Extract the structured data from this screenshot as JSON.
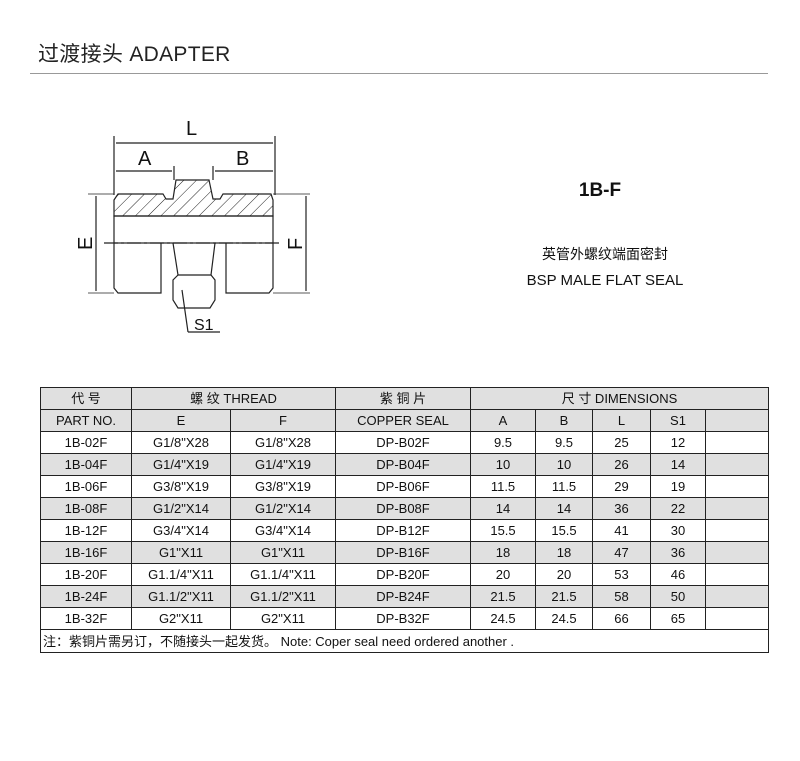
{
  "title": "过渡接头 ADAPTER",
  "drawing": {
    "labels": {
      "L": "L",
      "A": "A",
      "B": "B",
      "E": "E",
      "F": "F",
      "S1": "S1"
    }
  },
  "product": {
    "model": "1B-F",
    "desc_cn": "英管外螺纹端面密封",
    "desc_en": "BSP MALE FLAT SEAL"
  },
  "table": {
    "group_headers": {
      "code": "代 号",
      "thread": "螺 纹  THREAD",
      "copper": "紫 铜 片",
      "dims": "尺 寸   DIMENSIONS"
    },
    "columns": [
      "PART NO.",
      "E",
      "F",
      "COPPER SEAL",
      "A",
      "B",
      "L",
      "S1",
      ""
    ],
    "rows": [
      [
        "1B-02F",
        "G1/8\"X28",
        "G1/8\"X28",
        "DP-B02F",
        "9.5",
        "9.5",
        "25",
        "12"
      ],
      [
        "1B-04F",
        "G1/4\"X19",
        "G1/4\"X19",
        "DP-B04F",
        "10",
        "10",
        "26",
        "14"
      ],
      [
        "1B-06F",
        "G3/8\"X19",
        "G3/8\"X19",
        "DP-B06F",
        "11.5",
        "11.5",
        "29",
        "19"
      ],
      [
        "1B-08F",
        "G1/2\"X14",
        "G1/2\"X14",
        "DP-B08F",
        "14",
        "14",
        "36",
        "22"
      ],
      [
        "1B-12F",
        "G3/4\"X14",
        "G3/4\"X14",
        "DP-B12F",
        "15.5",
        "15.5",
        "41",
        "30"
      ],
      [
        "1B-16F",
        "G1\"X11",
        "G1\"X11",
        "DP-B16F",
        "18",
        "18",
        "47",
        "36"
      ],
      [
        "1B-20F",
        "G1.1/4\"X11",
        "G1.1/4\"X11",
        "DP-B20F",
        "20",
        "20",
        "53",
        "46"
      ],
      [
        "1B-24F",
        "G1.1/2\"X11",
        "G1.1/2\"X11",
        "DP-B24F",
        "21.5",
        "21.5",
        "58",
        "50"
      ],
      [
        "1B-32F",
        "G2\"X11",
        "G2\"X11",
        "DP-B32F",
        "24.5",
        "24.5",
        "66",
        "65"
      ]
    ],
    "note": "注：紫铜片需另订，不随接头一起发货。 Note: Coper seal need ordered another ."
  }
}
